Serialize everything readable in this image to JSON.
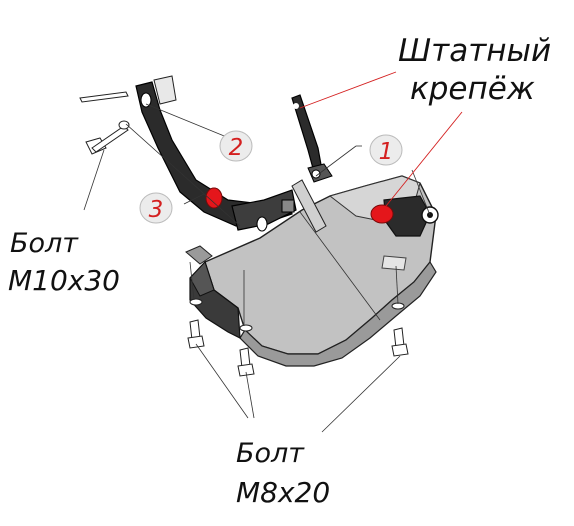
{
  "labels": {
    "standard_mount_line1": "Штатный",
    "standard_mount_line2": "крепёж",
    "bolt_top_line1": "Болт",
    "bolt_top_line2": "M10x30",
    "bolt_bottom_line1": "Болт",
    "bolt_bottom_line2": "M8x20"
  },
  "callouts": {
    "one": "1",
    "two": "2",
    "three": "3"
  },
  "colors": {
    "callout_number": "#d42020",
    "leader_red": "#d42020",
    "bracket": "#2b2b2b",
    "plate": "#bcbcbc",
    "highlight": "#e4161b"
  }
}
